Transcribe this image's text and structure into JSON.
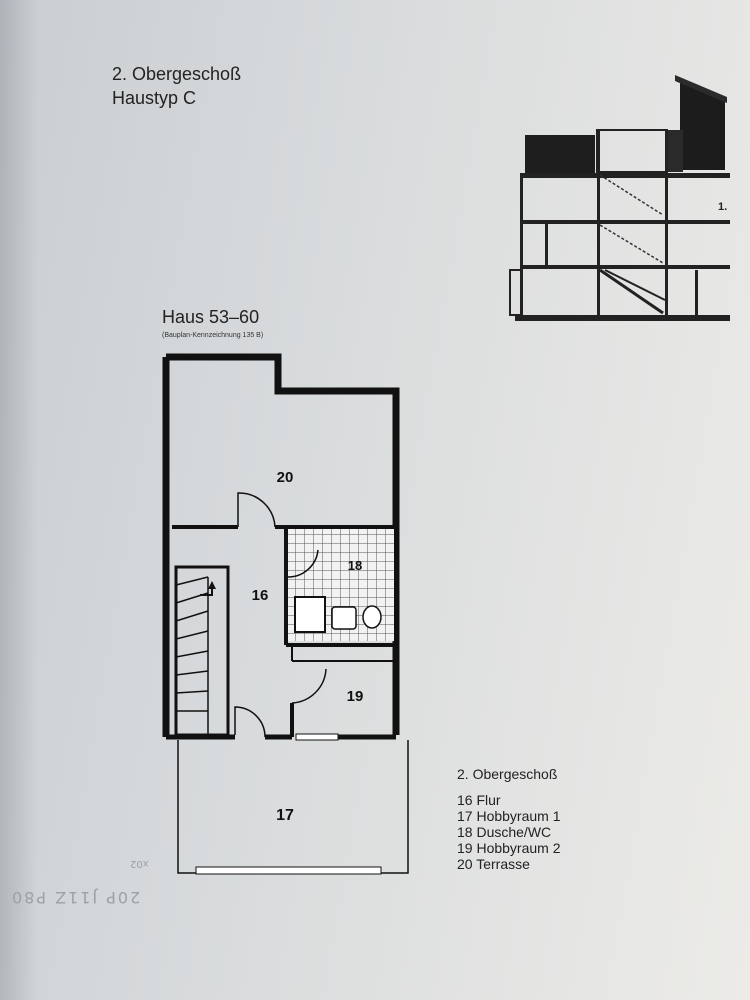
{
  "header": {
    "floor": "2. Obergeschoß",
    "house_type": "Haustyp C"
  },
  "plan": {
    "house_label": "Haus 53–60",
    "subtitle": "(Bauplan-Kennzeichnung 135 B)",
    "rooms": [
      {
        "id": "20",
        "label": "20"
      },
      {
        "id": "16",
        "label": "16"
      },
      {
        "id": "18",
        "label": "18"
      },
      {
        "id": "19",
        "label": "19"
      },
      {
        "id": "17",
        "label": "17"
      }
    ]
  },
  "legend": {
    "heading": "2. Obergeschoß",
    "items": [
      "16 Flur",
      "17 Hobbyraum 1",
      "18 Dusche/WC",
      "19 Hobbyraum 2",
      "20 Terrasse"
    ]
  },
  "handwriting": {
    "main": "20P J11Z P80",
    "small": "x02"
  },
  "section": {
    "level_mark": "1."
  }
}
